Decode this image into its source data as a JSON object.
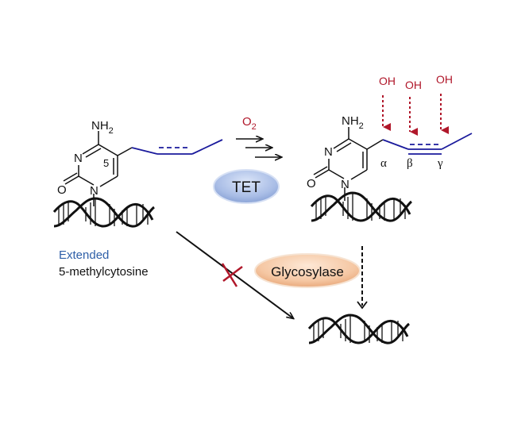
{
  "left_molecule": {
    "amine": "NH",
    "amine_sub": "2",
    "ring_n3": "N",
    "ring_n1": "N",
    "carbonyl_o": "O",
    "position_label": "5"
  },
  "right_molecule": {
    "amine": "NH",
    "amine_sub": "2",
    "ring_n3": "N",
    "ring_n1": "N",
    "carbonyl_o": "O",
    "hydroxyls": [
      "OH",
      "OH",
      "OH"
    ],
    "positions": [
      "α",
      "β",
      "γ"
    ]
  },
  "reaction": {
    "oxidant": "O",
    "oxidant_sub": "2",
    "enzyme": "TET"
  },
  "glycosylase": {
    "label": "Glycosylase"
  },
  "caption": {
    "line1": "Extended",
    "line2": "5-methylcytosine"
  },
  "colors": {
    "chain_blue": "#1a1a9c",
    "red": "#b0172a",
    "caption_blue": "#2e5fa8",
    "tet_fill": "#a9bde6",
    "glycosylase_fill": "#f5c7a3"
  }
}
